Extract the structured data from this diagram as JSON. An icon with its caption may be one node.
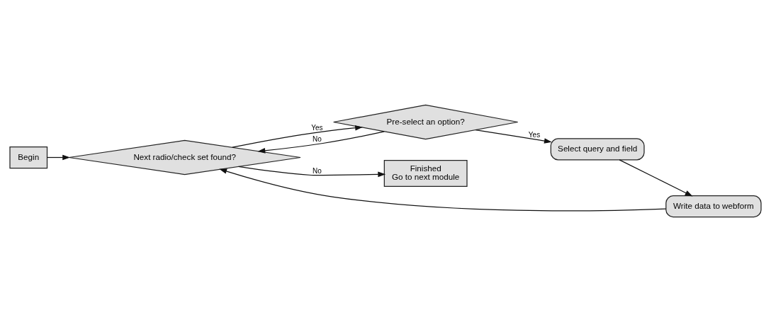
{
  "diagram": {
    "nodes": [
      {
        "text": [
          "Begin"
        ]
      },
      {
        "text": [
          "Next radio/check set found?"
        ]
      },
      {
        "text": [
          "Pre-select an option?"
        ]
      },
      {
        "text": [
          "Select query and field"
        ]
      },
      {
        "text": [
          "Write data to webform"
        ]
      },
      {
        "text": [
          "Finished",
          "Go to next module"
        ]
      }
    ],
    "edges": [
      {
        "from": 0,
        "to": 1,
        "arrow": "to"
      },
      {
        "from": 1,
        "to": 2,
        "arrow": "to",
        "label": "Yes"
      },
      {
        "from": 2,
        "to": 3,
        "arrow": "to",
        "label": "Yes"
      },
      {
        "from": 3,
        "to": 4,
        "arrow": "to"
      },
      {
        "from": 4,
        "to": 1,
        "arrow": "to"
      },
      {
        "from": 2,
        "to": 1,
        "arrow": "to",
        "label": "No"
      },
      {
        "from": 1,
        "to": 5,
        "arrow": "to",
        "label": "No"
      }
    ]
  }
}
